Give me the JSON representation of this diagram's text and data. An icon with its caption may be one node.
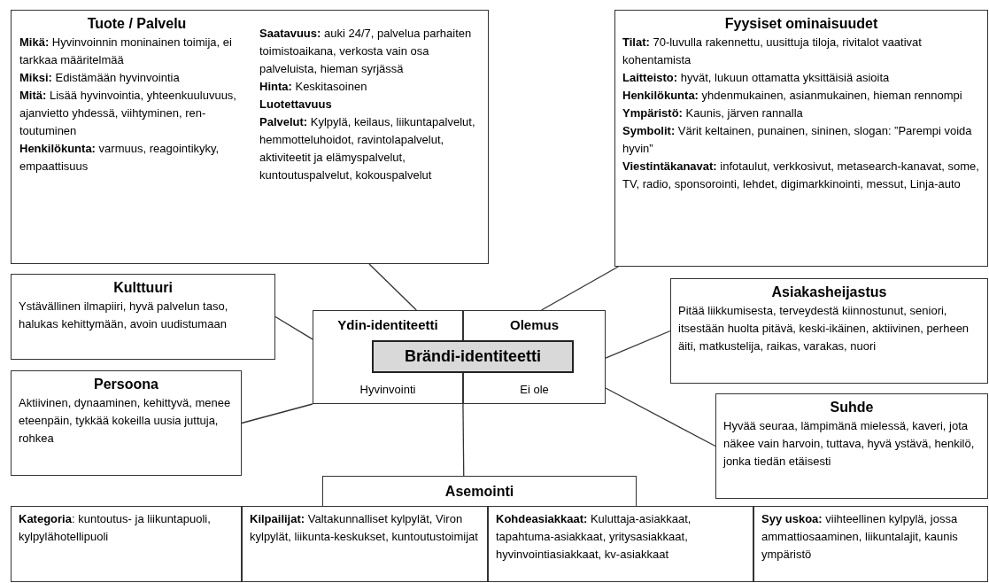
{
  "diagram": {
    "nodes": [
      {
        "text": [
          "Tuote / Palvelu",
          "**Mikä:** Hyvinvoinnin moninainen toimija, ei tarkkaa määritelmää",
          "**Miksi:** Edistämään hyvinvointia",
          "**Mitä:** Lisää hyvinvointia, yhteenkuuluvuus, ajanvietto yhdessä, viihtyminen, ren-toutuminen",
          "**Henkilökunta:** varmuus, reagointikyky, empaattisuus",
          "**Saatavuus:** auki 24/7, palvelua parhaiten toimistoaikana, verkosta vain osa palveluista, hieman syrjässä",
          "**Hinta:** Keskitasoinen",
          "**Luotettavuus**",
          "**Palvelut:** Kylpylä, keilaus, liikuntapalvelut, hemmotteluhoidot, ravintolapalvelut, aktiviteetit ja elämyspalvelut, kuntoutuspalvelut, kokouspalvelut"
        ]
      },
      {
        "text": [
          "Fyysiset ominaisuudet",
          "**Tilat:** 70-luvulla rakennettu, uusittuja tiloja, rivitalot vaativat kohentamista",
          "**Laitteisto:** hyvät, lukuun ottamatta yksittäisiä asioita",
          "**Henkilökunta:** yhdenmukainen, asianmukainen, hieman rennompi",
          "**Ympäristö:** Kaunis, järven rannalla",
          "**Symbolit:** Värit keltainen, punainen, sininen, slogan: ”Parempi voida hyvin”",
          "**Viestintäkanavat:** infotaulut, verkkosivut, metasearch-kanavat, some, TV, radio, sponsorointi, lehdet, digimarkkinointi, messut, Linja-auto"
        ]
      },
      {
        "text": [
          "Kulttuuri",
          "Ystävällinen ilmapiiri, hyvä palvelun taso, halukas kehittymään, avoin uudistumaan"
        ]
      },
      {
        "text": [
          "Asiakasheijastus",
          "Pitää liikkumisesta, terveydestä kiinnostunut, seniori, itsestään huolta pitävä, keski-ikäinen, aktiivinen, perheen äiti, matkustelija, raikas, varakas, nuori"
        ]
      },
      {
        "text": [
          "Persoona",
          "Aktiivinen, dynaaminen, kehittyvä, menee eteenpäin, tykkää kokeilla uusia juttuja, rohkea"
        ]
      },
      {
        "text": [
          "Suhde",
          "Hyvää seuraa, lämpimänä mielessä, kaveri, jota näkee vain harvoin, tuttava, hyvä ystävä, henkilö, jonka tiedän etäisesti"
        ]
      },
      {
        "text": [
          "Ydin-identiteetti",
          "Hyvinvointi"
        ]
      },
      {
        "text": [
          "Olemus",
          "Ei ole"
        ]
      },
      {
        "text": [
          "Brändi-identiteetti"
        ]
      },
      {
        "text": [
          "Asemointi"
        ]
      },
      {
        "text": [
          "**Kategoria**: kuntoutus- ja liikuntapuoli, kylpylähotellipuoli"
        ]
      },
      {
        "text": [
          "**Kilpailijat:** Valtakunnalliset kylpylät, Viron kylpylät, liikunta-keskukset, kuntoutustoimijat"
        ]
      },
      {
        "text": [
          "**Kohdeasiakkaat:** Kuluttaja-asiakkaat, tapahtuma-asiakkaat, yritysasiakkaat, hyvinvointiasiakkaat, kv-asiakkaat"
        ]
      },
      {
        "text": [
          "**Syy uskoa:** viihteellinen kylpylä, jossa ammattiosaaminen, liikuntalajit, kaunis ympäristö"
        ]
      }
    ],
    "edges": [
      {
        "from": 0,
        "to": 6,
        "arrow": "none"
      },
      {
        "from": 1,
        "to": 7,
        "arrow": "none"
      },
      {
        "from": 2,
        "to": 6,
        "arrow": "none"
      },
      {
        "from": 4,
        "to": 6,
        "arrow": "none"
      },
      {
        "from": 3,
        "to": 7,
        "arrow": "none"
      },
      {
        "from": 5,
        "to": 7,
        "arrow": "none"
      },
      {
        "from": 8,
        "to": 9,
        "arrow": "none"
      }
    ]
  }
}
